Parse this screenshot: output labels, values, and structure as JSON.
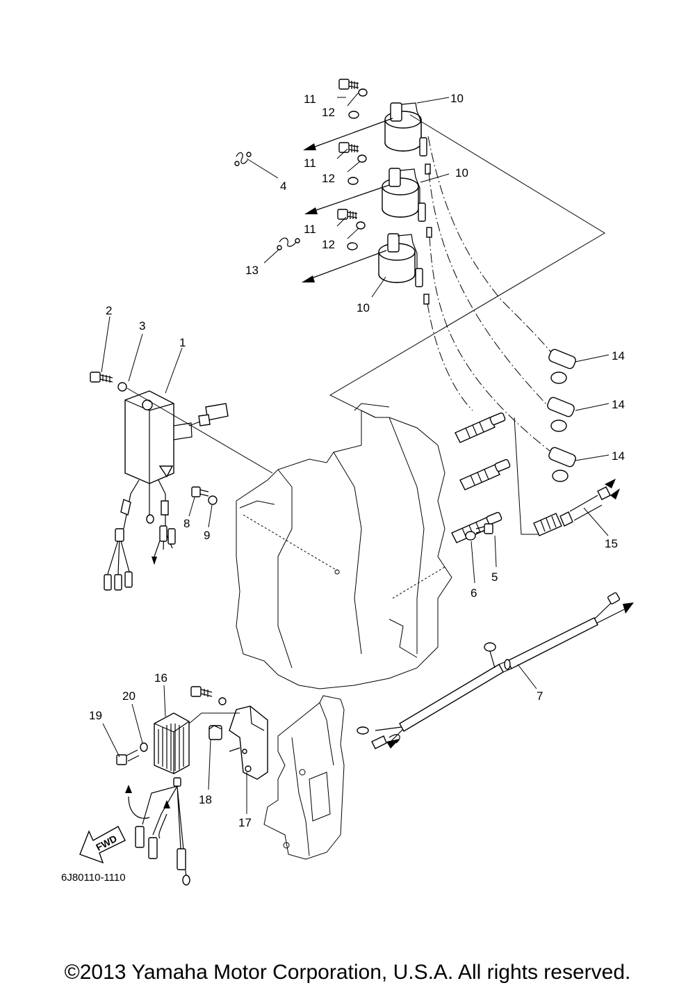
{
  "diagram": {
    "part_labels": {
      "p1": "1",
      "p2": "2",
      "p3": "3",
      "p4": "4",
      "p5": "5",
      "p6": "6",
      "p7": "7",
      "p8": "8",
      "p9": "9",
      "p10a": "10",
      "p10b": "10",
      "p10c": "10",
      "p11a": "11",
      "p11b": "11",
      "p11c": "11",
      "p12a": "12",
      "p12b": "12",
      "p12c": "12",
      "p13": "13",
      "p14a": "14",
      "p14b": "14",
      "p14c": "14",
      "p15": "15",
      "p16": "16",
      "p17": "17",
      "p18": "18",
      "p19": "19",
      "p20": "20"
    },
    "fwd_label": "FWD",
    "drawing_code": "6J80110-1110",
    "copyright": "©2013 Yamaha Motor Corporation, U.S.A. All rights reserved."
  }
}
